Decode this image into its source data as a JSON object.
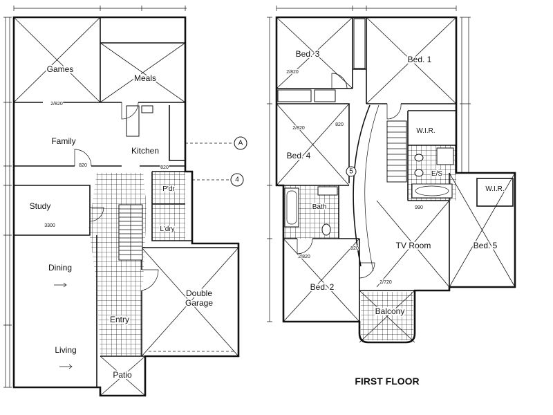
{
  "drawing": {
    "ground_floor": {
      "rooms": {
        "games": "Games",
        "meals": "Meals",
        "family": "Family",
        "kitchen": "Kitchen",
        "study": "Study",
        "dining": "Dining",
        "living": "Living",
        "entry": "Entry",
        "garage_line1": "Double",
        "garage_line2": "Garage",
        "patio": "Patio",
        "powder": "P'dr",
        "laundry": "L'dry"
      },
      "dimensions": {
        "family_window": "2/820",
        "study_door": "820",
        "kitchen_door": "820",
        "study_width": "3300"
      },
      "grid_markers": [
        "A",
        "4"
      ]
    },
    "first_floor": {
      "title": "FIRST FLOOR",
      "rooms": {
        "bed3": "Bed. 3",
        "bed1": "Bed. 1",
        "bed4": "Bed. 4",
        "bath": "Bath",
        "tv_room": "TV Room",
        "bed5": "Bed. 5",
        "bed2": "Bed. 2",
        "balcony": "Balcony",
        "wir_bed1": "W.I.R.",
        "ensuite": "E/S",
        "wir_bed5": "W.I.R."
      },
      "dimensions": {
        "bed3_window": "2/820",
        "bed4_window": "2/820",
        "bed4_door": "820",
        "bed2_window": "2/820",
        "bed2_door": "820",
        "balcony_door": "2/720",
        "landing": "990"
      },
      "grid_markers": [
        "5"
      ]
    }
  },
  "colors": {
    "ink": "#111111",
    "paper": "#ffffff"
  }
}
